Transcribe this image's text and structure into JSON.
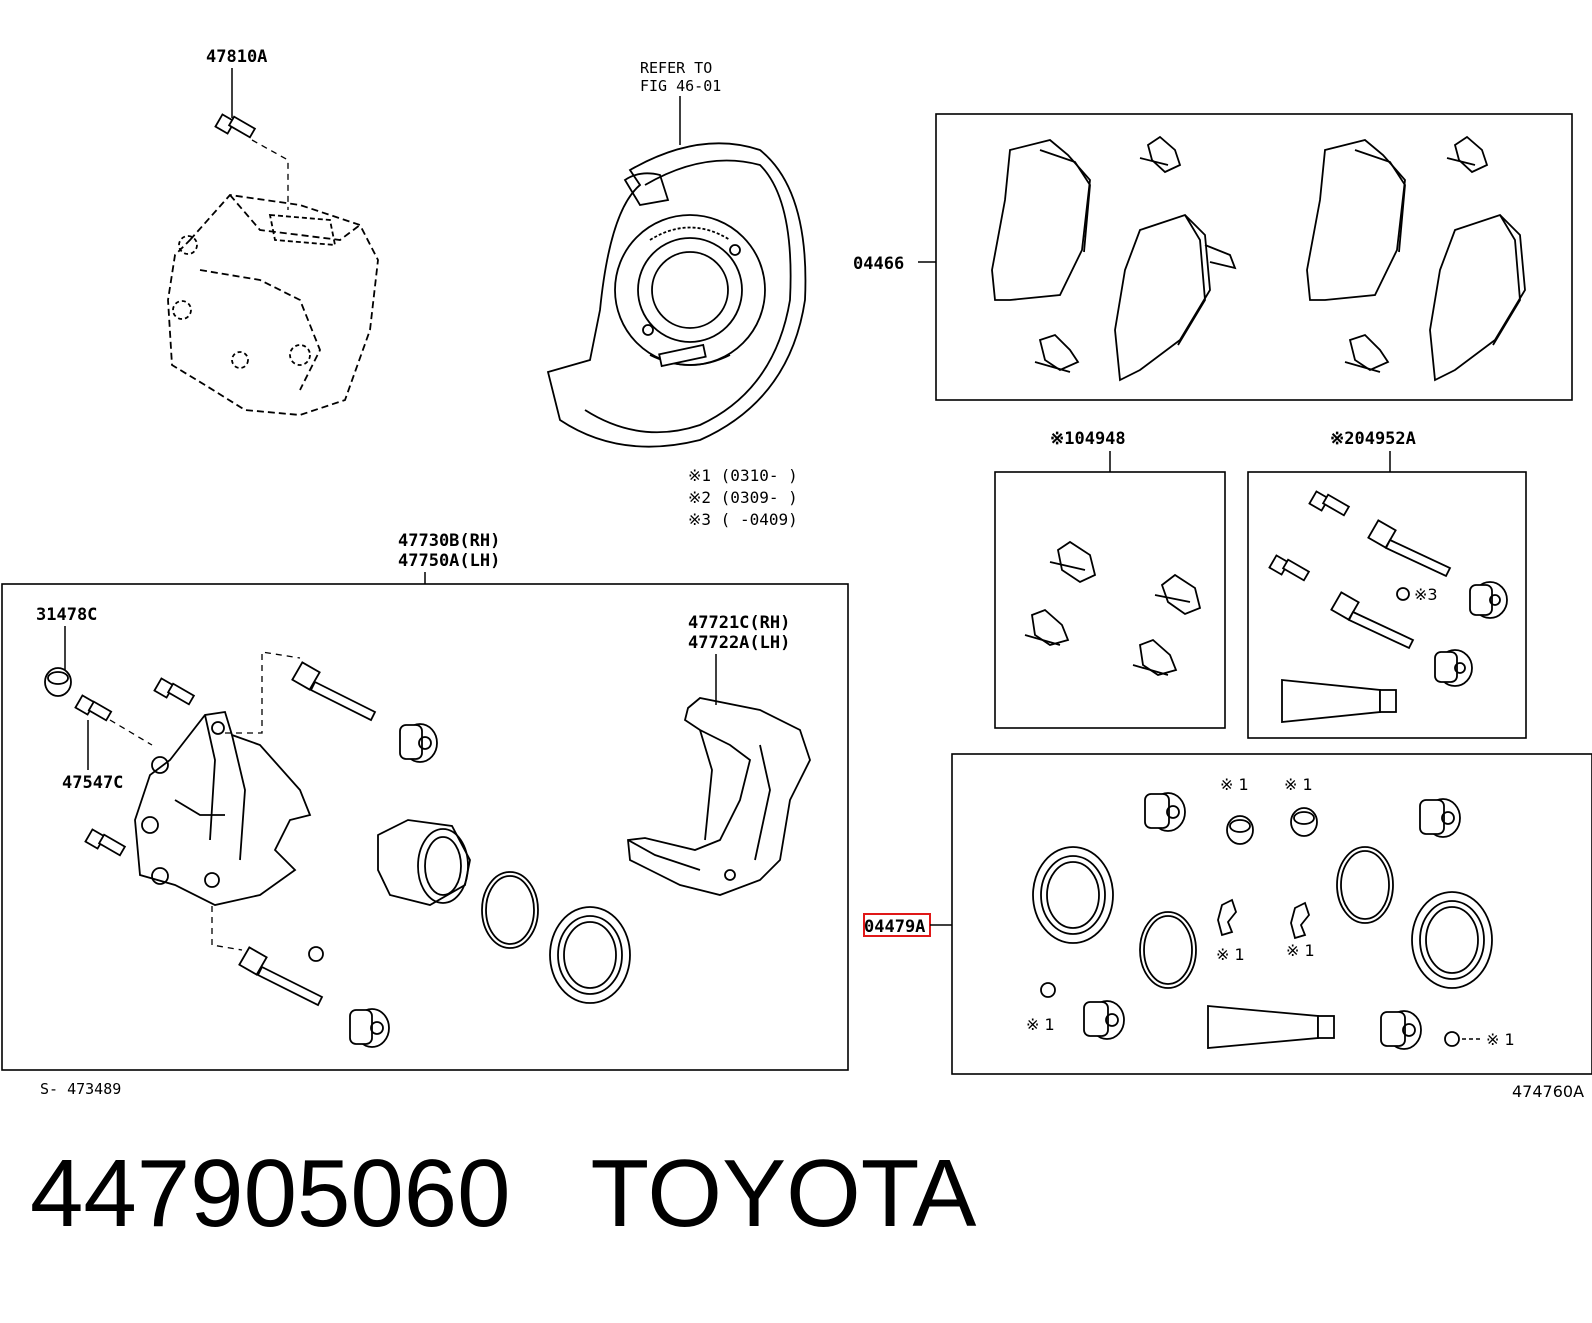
{
  "labels": {
    "top_bolt": "47810A",
    "refer_line1": "REFER TO",
    "refer_line2": "FIG 46-01",
    "pad_kit": "04466",
    "kit_104948": "※104948",
    "kit_204952a": "※204952A",
    "caliper_rh": "47730B(RH)",
    "caliper_lh": "47750A(LH)",
    "cap": "31478C",
    "bleeder": "47547C",
    "mount_rh": "47721C(RH)",
    "mount_lh": "47722A(LH)",
    "seal_kit": "04479A",
    "ref_left": "S- 473489",
    "ref_right": "474760A",
    "x3_small": "※3",
    "x1": "※ 1"
  },
  "notes": [
    "※1 (0310-     )",
    "※2 (0309-     )",
    "※3 (     -0409)"
  ],
  "footer": {
    "part_number": "447905060",
    "brand": "TOYOTA"
  },
  "colors": {
    "line": "#000000",
    "highlight": "#e01818",
    "background": "#ffffff"
  }
}
